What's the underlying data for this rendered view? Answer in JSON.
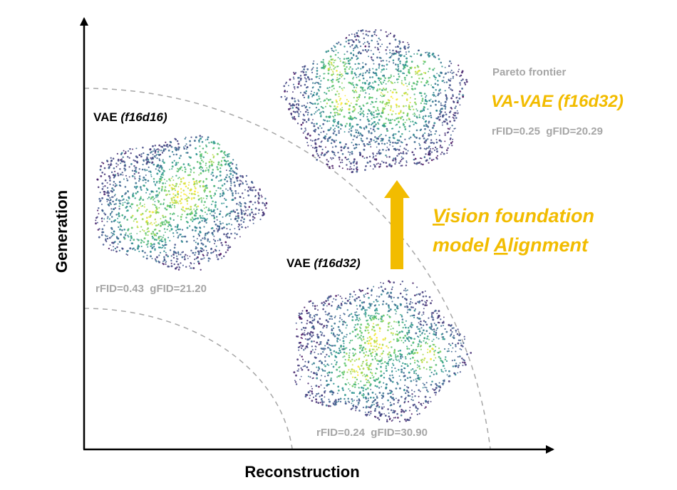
{
  "axes": {
    "x_label": "Reconstruction",
    "y_label": "Generation"
  },
  "frontier": {
    "label": "Pareto frontier"
  },
  "clusters": [
    {
      "id": "vae-f16d16",
      "prefix": "VAE ",
      "arch": "(f16d16)",
      "metrics": "rFID=0.43  gFID=21.20"
    },
    {
      "id": "vae-f16d32",
      "prefix": "VAE ",
      "arch": "(f16d32)",
      "metrics": "rFID=0.24  gFID=30.90"
    },
    {
      "id": "va-vae-f16d32",
      "title": "VA-VAE (f16d32)",
      "metrics": "rFID=0.25  gFID=20.29"
    }
  ],
  "alignment": {
    "line1_first": "V",
    "line1_rest": "ision foundation",
    "line2_prefix": "model ",
    "line2_first": "A",
    "line2_rest": "lignment"
  },
  "colors": {
    "axis": "#000000",
    "frontier": "#a6a6a6",
    "highlight": "#f2bc00",
    "metric_text": "#a6a6a6",
    "scatter_center": "#f5e61f",
    "scatter_mid": "#2e9e8a",
    "scatter_edge": "#44307e"
  }
}
